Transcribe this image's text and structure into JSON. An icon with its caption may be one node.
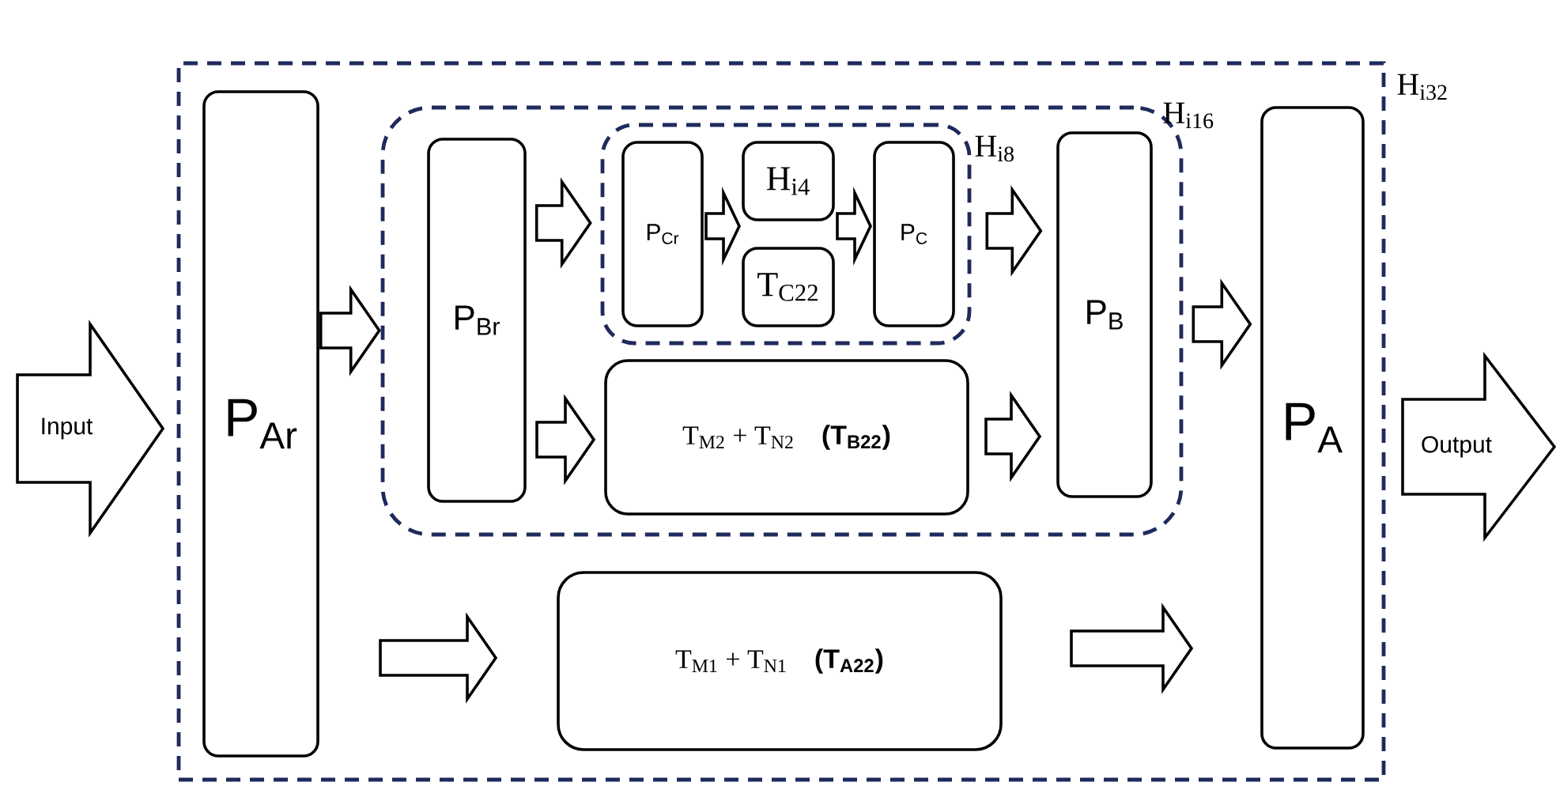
{
  "diagram": {
    "nodes": [
      {
        "text": [
          "H$_{i32}$"
        ]
      },
      {
        "text": [
          "Input"
        ]
      },
      {
        "text": [
          "P$_{Ar}$"
        ],
        "in": 0
      },
      {
        "text": [
          "H$_{i16}$"
        ],
        "in": 0
      },
      {
        "text": [
          "P$_{Br}$"
        ],
        "in": 3
      },
      {
        "text": [
          "H$_{i8}$"
        ],
        "in": 3
      },
      {
        "text": [
          "P$_{Cr}$"
        ],
        "in": 5
      },
      {
        "text": [
          "H$_{i4}$"
        ],
        "in": 5
      },
      {
        "text": [
          "T$_{C22}$"
        ],
        "in": 5
      },
      {
        "text": [
          "P$_{C}$"
        ],
        "in": 5
      },
      {
        "text": [
          "P$_{B}$"
        ],
        "in": 3
      },
      {
        "text": [
          "T$_{M2}$ + T$_{N2}$",
          "(T$_{B22}$)"
        ],
        "in": 3
      },
      {
        "text": [
          "T$_{M1}$ + T$_{N1}$",
          "(T$_{A22}$)"
        ],
        "in": 0
      },
      {
        "text": [
          "P$_{A}$"
        ],
        "in": 0
      },
      {
        "text": [
          "Output"
        ]
      }
    ],
    "edges": [
      {
        "from": 2,
        "to": 3,
        "arrow": "to"
      },
      {
        "from": 4,
        "to": 5,
        "arrow": "to"
      },
      {
        "from": 6,
        "to": 7,
        "arrow": "to"
      },
      {
        "from": 6,
        "to": 8,
        "arrow": "to"
      },
      {
        "from": 7,
        "to": 9,
        "arrow": "to"
      },
      {
        "from": 8,
        "to": 9,
        "arrow": "to"
      },
      {
        "from": 5,
        "to": 10,
        "arrow": "to"
      },
      {
        "from": 4,
        "to": 11,
        "arrow": "to"
      },
      {
        "from": 11,
        "to": 10,
        "arrow": "to"
      },
      {
        "from": 3,
        "to": 13,
        "arrow": "to"
      },
      {
        "from": 2,
        "to": 12,
        "arrow": "to"
      },
      {
        "from": 12,
        "to": 13,
        "arrow": "to"
      }
    ]
  }
}
